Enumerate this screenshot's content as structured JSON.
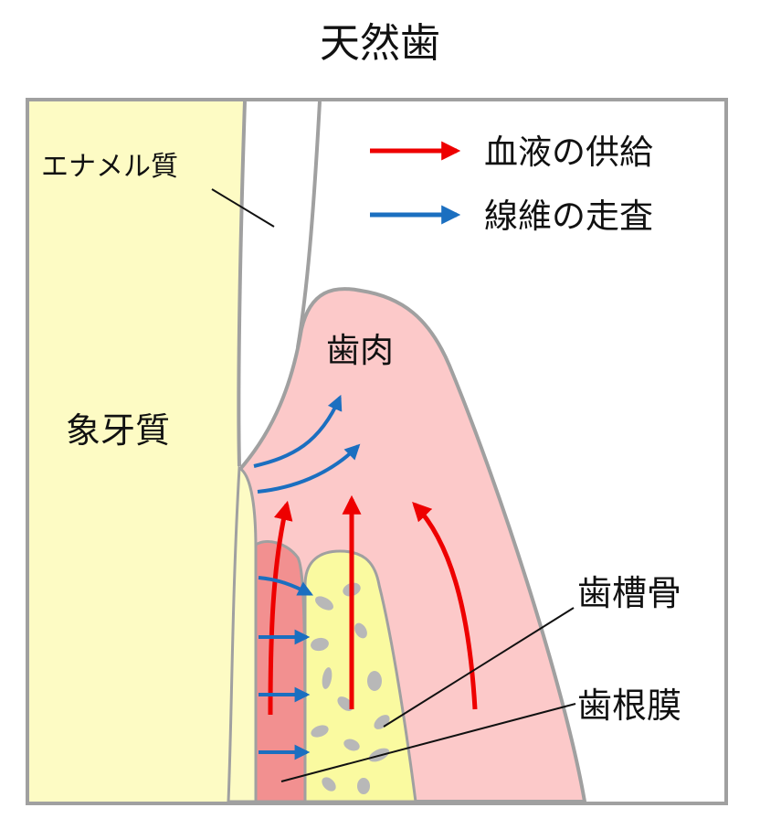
{
  "title": "天然歯",
  "colors": {
    "dentin": "#fdfbc4",
    "gingiva": "#fcc9c9",
    "ligament": "#f29090",
    "bone": "#fafaa0",
    "bone_spots": "#b8b8b8",
    "outline": "#a0a0a0",
    "blood_arrow": "#ee0000",
    "fiber_arrow": "#1b6fc0"
  },
  "legend": [
    {
      "label": "血液の供給",
      "color": "#ee0000",
      "kind": "blood"
    },
    {
      "label": "線維の走査",
      "color": "#1b6fc0",
      "kind": "fiber"
    }
  ],
  "labels": {
    "enamel": "エナメル質",
    "dentin": "象牙質",
    "gingiva": "歯肉",
    "alveolar_bone": "歯槽骨",
    "periodontal_ligament": "歯根膜"
  }
}
